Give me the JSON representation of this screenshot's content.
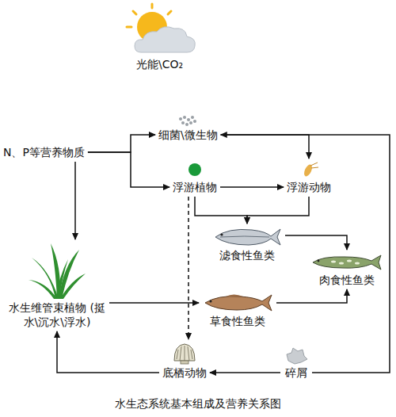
{
  "diagram": {
    "caption": "水生态系统基本组成及营养关系图",
    "nodes": [
      {
        "text": [
          "N、P等营养物质"
        ]
      },
      {
        "text": [
          "细菌\\微生物"
        ]
      },
      {
        "text": [
          "浮游植物"
        ]
      },
      {
        "text": [
          "浮游动物"
        ]
      },
      {
        "text": [
          "滤食性鱼类"
        ]
      },
      {
        "text": [
          "肉食性鱼类"
        ]
      },
      {
        "text": [
          "水生维管束植物 (挺水\\沉水\\浮水)"
        ]
      },
      {
        "text": [
          "草食性鱼类"
        ]
      },
      {
        "text": [
          "底栖动物"
        ]
      },
      {
        "text": [
          "碎屑"
        ]
      }
    ],
    "edges": [
      {
        "from": 0,
        "to": 1,
        "arrow": "to"
      },
      {
        "from": 0,
        "to": 2,
        "arrow": "to"
      },
      {
        "from": 0,
        "to": 6,
        "arrow": "to"
      },
      {
        "from": 1,
        "to": 3,
        "arrow": "to"
      },
      {
        "from": 2,
        "to": 3,
        "arrow": "to"
      },
      {
        "from": 2,
        "to": 4,
        "arrow": "to"
      },
      {
        "from": 3,
        "to": 4,
        "arrow": "to"
      },
      {
        "from": 4,
        "to": 5,
        "arrow": "to"
      },
      {
        "from": 6,
        "to": 7,
        "arrow": "to"
      },
      {
        "from": 2,
        "to": 8,
        "arrow": "to"
      },
      {
        "from": 7,
        "to": 5,
        "arrow": "to"
      },
      {
        "from": 9,
        "to": 8,
        "arrow": "to"
      },
      {
        "from": 8,
        "to": 6,
        "arrow": "to"
      },
      {
        "from": 9,
        "to": 1,
        "arrow": "to"
      }
    ],
    "labels": [
      "光能\\CO₂"
    ]
  }
}
